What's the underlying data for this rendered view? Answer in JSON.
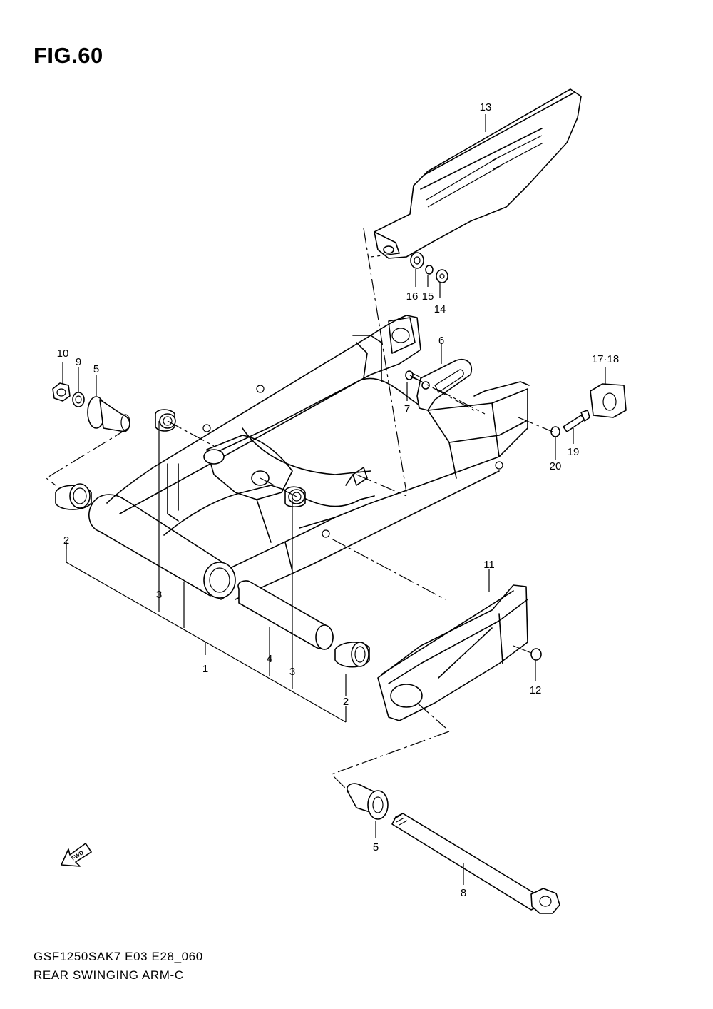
{
  "figure": {
    "title": "FIG.60",
    "model_code": "GSF1250SAK7 E03 E28_060",
    "section_name": "REAR SWINGING ARM-C",
    "fwd_arrow_label": "FWD"
  },
  "callouts": [
    {
      "key": "1",
      "label": "1"
    },
    {
      "key": "2a",
      "label": "2"
    },
    {
      "key": "2b",
      "label": "2"
    },
    {
      "key": "3a",
      "label": "3"
    },
    {
      "key": "3b",
      "label": "3"
    },
    {
      "key": "4",
      "label": "4"
    },
    {
      "key": "5a",
      "label": "5"
    },
    {
      "key": "5b",
      "label": "5"
    },
    {
      "key": "6",
      "label": "6"
    },
    {
      "key": "7",
      "label": "7"
    },
    {
      "key": "8",
      "label": "8"
    },
    {
      "key": "9",
      "label": "9"
    },
    {
      "key": "10",
      "label": "10"
    },
    {
      "key": "11",
      "label": "11"
    },
    {
      "key": "12",
      "label": "12"
    },
    {
      "key": "13",
      "label": "13"
    },
    {
      "key": "14",
      "label": "14"
    },
    {
      "key": "15",
      "label": "15"
    },
    {
      "key": "16",
      "label": "16"
    },
    {
      "key": "17-18",
      "label": "17·18"
    },
    {
      "key": "19",
      "label": "19"
    },
    {
      "key": "20",
      "label": "20"
    }
  ]
}
